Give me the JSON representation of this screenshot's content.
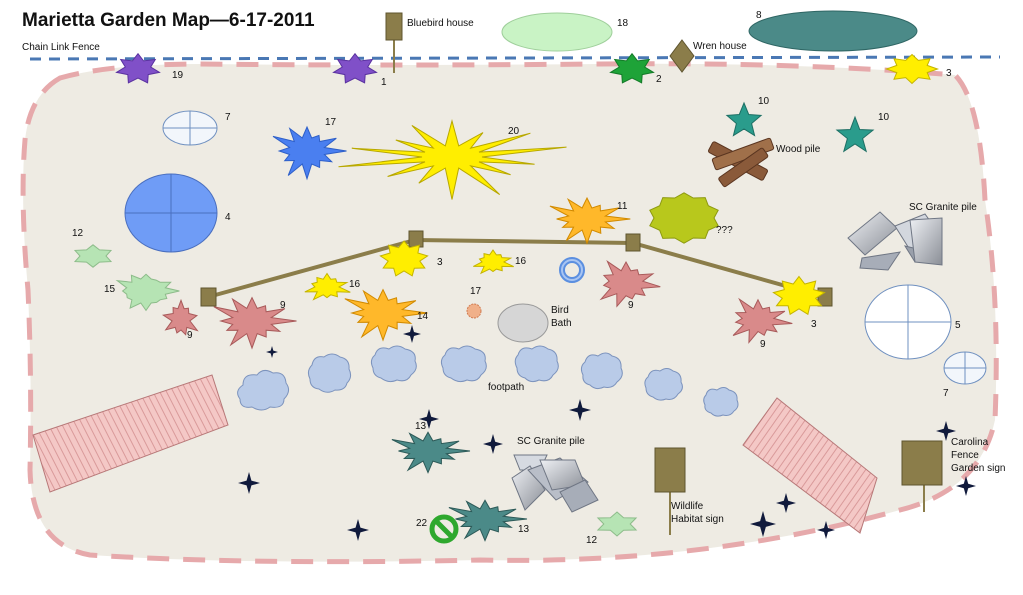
{
  "title": "Marietta Garden Map—6-17-2011",
  "labels": {
    "chain_link_fence": "Chain Link Fence",
    "bluebird_house": "Bluebird house",
    "wren_house": "Wren house",
    "wood_pile": "Wood pile",
    "sc_granite_pile_1": "SC Granite pile",
    "sc_granite_pile_2": "SC Granite pile",
    "unknown": "???",
    "bird_bath_1": "Bird",
    "bird_bath_2": "Bath",
    "footpath": "footpath",
    "wildlife_1": "Wildlife",
    "wildlife_2": "Habitat sign",
    "carolina_1": "Carolina",
    "carolina_2": "Fence",
    "carolina_3": "Garden sign"
  },
  "plant_numbers": {
    "n19": "19",
    "n1": "1",
    "n18": "18",
    "n8": "8",
    "n2": "2",
    "n3a": "3",
    "n7a": "7",
    "n17a": "17",
    "n20": "20",
    "n10a": "10",
    "n10b": "10",
    "n4": "4",
    "n12a": "12",
    "n11": "11",
    "n3b": "3",
    "n16a": "16",
    "n15": "15",
    "n16b": "16",
    "n17b": "17",
    "n9a": "9",
    "n9b": "9",
    "n14": "14",
    "n9c": "9",
    "n3c": "3",
    "n9d": "9",
    "n5": "5",
    "n7b": "7",
    "n13a": "13",
    "n22": "22",
    "n13b": "13",
    "n12b": "12"
  },
  "colors": {
    "garden_fill": "#eeebe3",
    "border_dash": "#e6a9ab",
    "fence_dash": "#4a78b4",
    "post": "#8b7d4a",
    "path_stone": "#b9cbe8",
    "purple": "#8050c8",
    "green": "#1ea338",
    "yellow": "#ffee00",
    "teal": "#2a9c8c",
    "blue": "#4a7ff0",
    "salmon": "#d98a8a",
    "orange": "#ffb82a",
    "olive": "#b8c81c",
    "light_green": "#b6e4b4",
    "dark_teal": "#4b8a88",
    "navy": "#101a3c"
  }
}
